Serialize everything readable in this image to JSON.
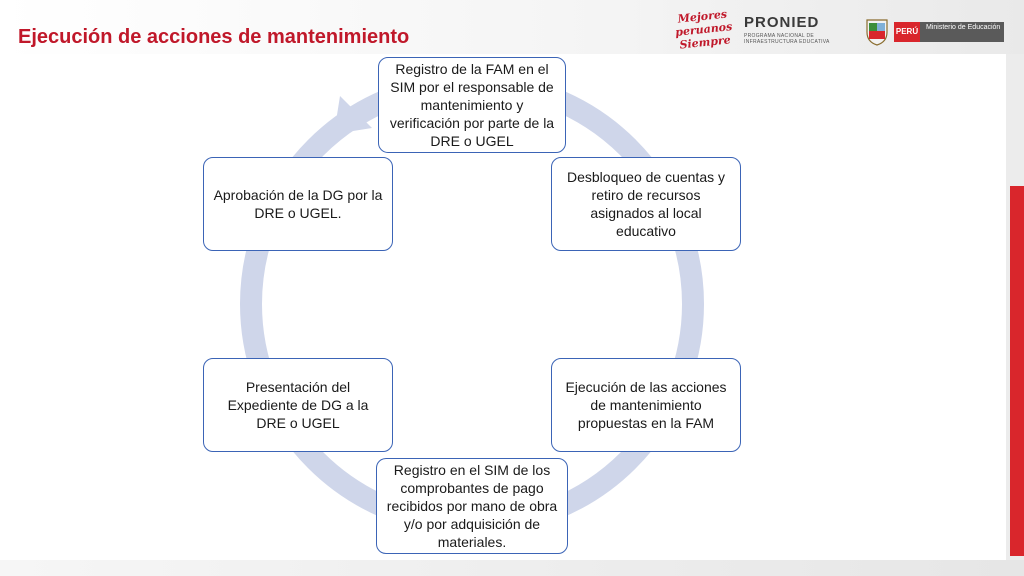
{
  "slide": {
    "title": "Ejecución de acciones de mantenimiento"
  },
  "header_logos": {
    "slogan": "Mejores peruanos Siempre",
    "pronied": "PRONIED",
    "pronied_sub": "PROGRAMA NACIONAL DE INFRAESTRUCTURA EDUCATIVA",
    "peru": "PERÚ",
    "ministerio": "Ministerio de Educación"
  },
  "colors": {
    "title_red": "#c0182a",
    "box_border": "#3b64b6",
    "ring": "#cfd6ea",
    "accent_red": "#d9262c"
  },
  "cycle": {
    "steps": [
      "Registro de la FAM en el SIM por el responsable de mantenimiento y verificación por parte de la DRE o UGEL",
      "Desbloqueo de cuentas y retiro de recursos asignados al local educativo",
      "Ejecución de las acciones de mantenimiento propuestas en la FAM",
      "Registro en el SIM de los comprobantes de pago recibidos por mano de obra y/o por adquisición de materiales.",
      "Presentación del Expediente de DG a la DRE o UGEL",
      "Aprobación de la DG por la DRE o UGEL."
    ]
  }
}
